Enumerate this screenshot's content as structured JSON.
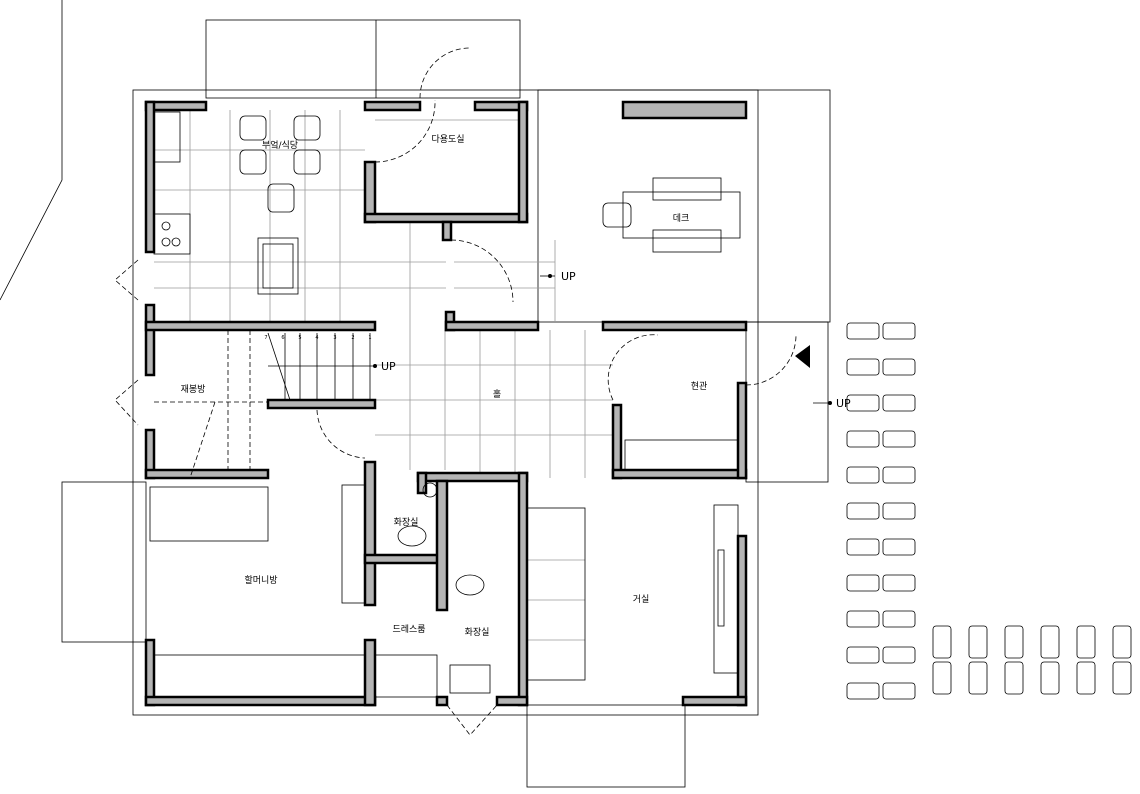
{
  "rooms": {
    "kitchen": "부엌/식당",
    "utility": "다용도실",
    "deck": "데크",
    "sewing": "재봉방",
    "hall": "홀",
    "entrance": "현관",
    "grandma": "할머니방",
    "bath1": "화장실",
    "bath2": "화장실",
    "dress": "드레스룸",
    "living": "거실"
  },
  "stairs": {
    "up1": "UP",
    "up2": "UP",
    "up3": "UP",
    "steps": [
      "7",
      "6",
      "5",
      "4",
      "3",
      "2",
      "1"
    ]
  },
  "colors": {
    "wall": "#b4b4b4",
    "line": "#000000",
    "grid": "#9a9a9a"
  }
}
